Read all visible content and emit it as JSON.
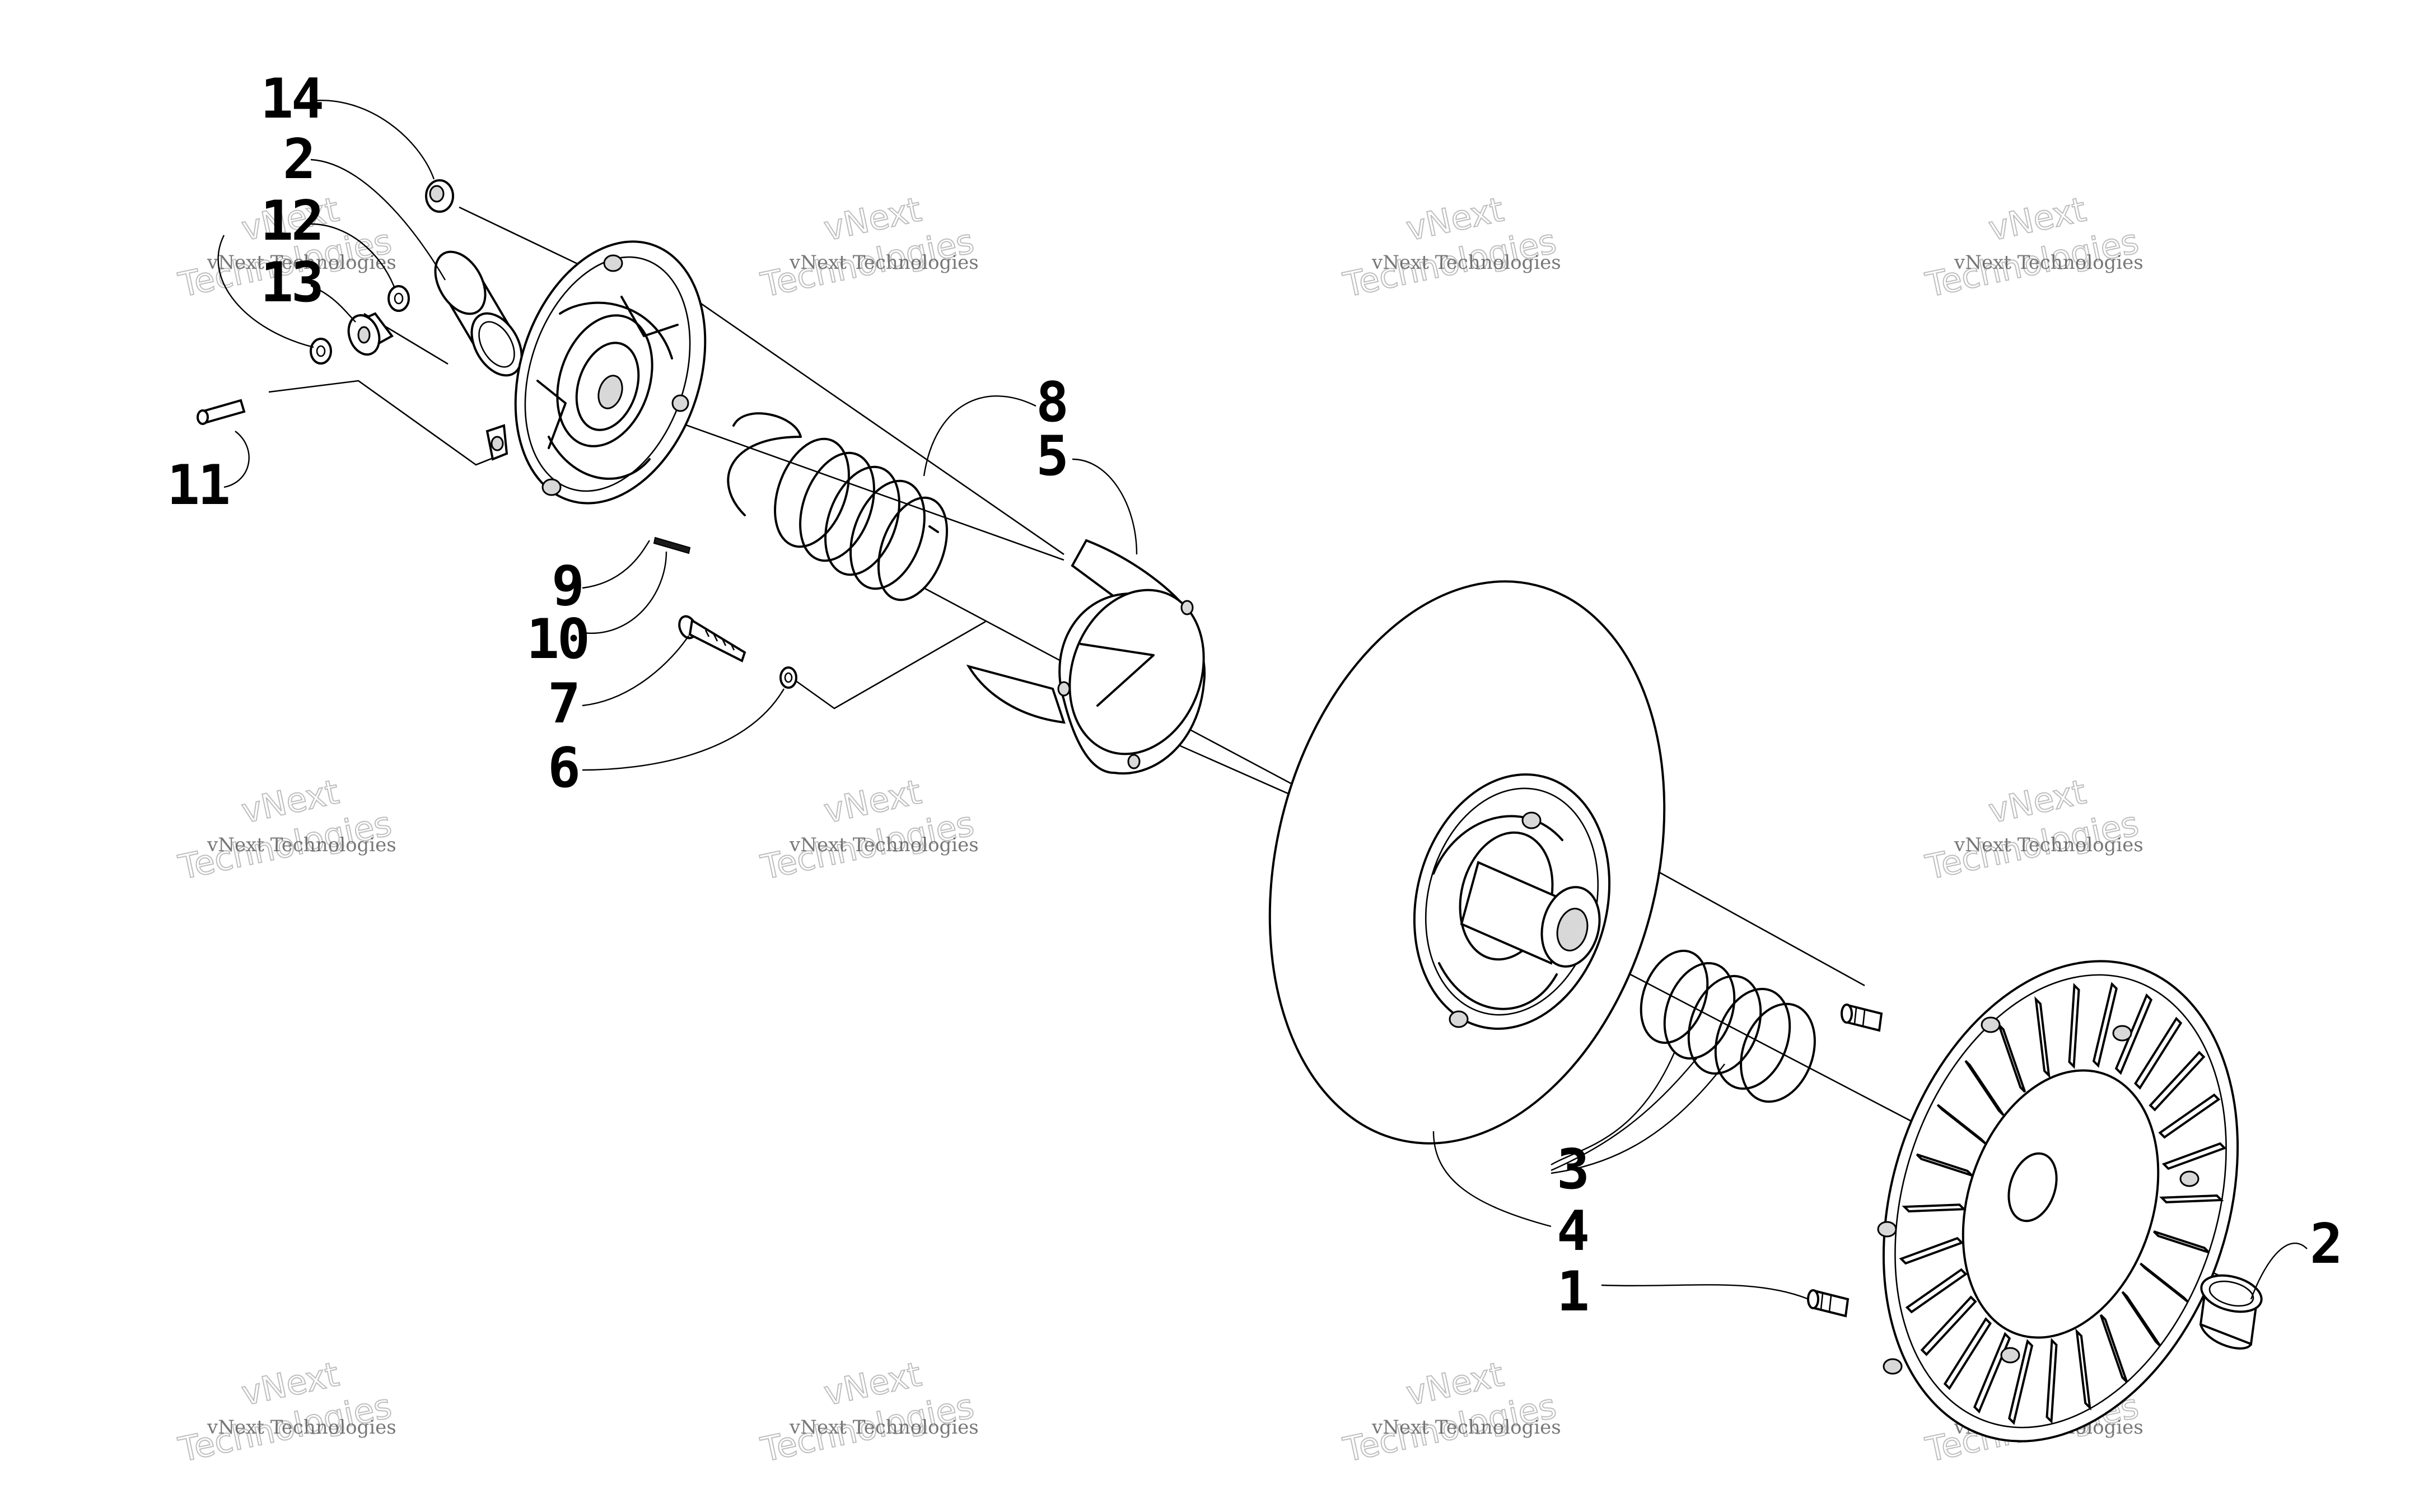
{
  "diagram": {
    "callouts": [
      {
        "id": "c14",
        "label": "14"
      },
      {
        "id": "c2a",
        "label": "2"
      },
      {
        "id": "c12",
        "label": "12"
      },
      {
        "id": "c13",
        "label": "13"
      },
      {
        "id": "c11",
        "label": "11"
      },
      {
        "id": "c8",
        "label": "8"
      },
      {
        "id": "c5",
        "label": "5"
      },
      {
        "id": "c9",
        "label": "9"
      },
      {
        "id": "c10",
        "label": "10"
      },
      {
        "id": "c7",
        "label": "7"
      },
      {
        "id": "c6",
        "label": "6"
      },
      {
        "id": "c3",
        "label": "3"
      },
      {
        "id": "c4",
        "label": "4"
      },
      {
        "id": "c1",
        "label": "1"
      },
      {
        "id": "c2b",
        "label": "2"
      }
    ],
    "watermark": {
      "small": "vNext Technologies",
      "big_line1": "vNext",
      "big_line2": "Technologies"
    }
  }
}
